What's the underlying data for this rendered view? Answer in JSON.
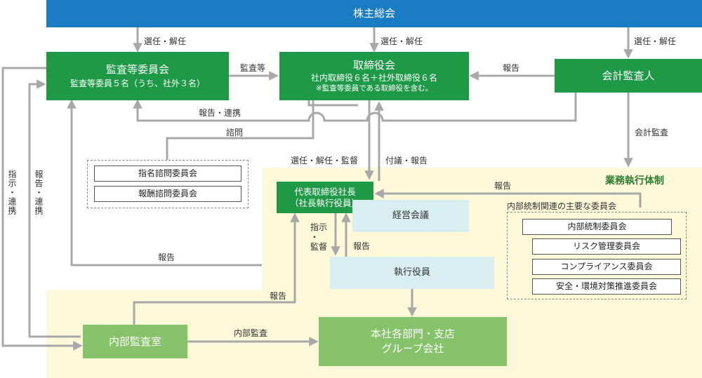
{
  "boxes": {
    "shareholders": "株主総会",
    "audit_committee_title": "監査等委員会",
    "audit_committee_sub": "監査等委員５名（うち、社外３名）",
    "board_title": "取締役会",
    "board_sub": "社内取締役６名＋社外取締役６名",
    "board_note": "※監査等委員である取締役を含む。",
    "accounting_auditor": "会計監査人",
    "nomination_committee": "指名諮問委員会",
    "compensation_committee": "報酬諮問委員会",
    "president_line1": "代表取締役社長",
    "president_line2": "（社長執行役員）",
    "management_meeting": "経営会議",
    "executive_officers": "執行役員",
    "internal_audit_office": "内部監査室",
    "divisions_line1": "本社各部門・支店",
    "divisions_line2": "グループ会社",
    "internal_control_committee": "内部統制委員会",
    "risk_committee": "リスク管理委員会",
    "compliance_committee": "コンプライアンス委員会",
    "safety_env_committee": "安全・環境対策推進委員会"
  },
  "labels": {
    "business_execution": "業務執行体制",
    "ic_committees_title": "内部統制関連の主要な委員会",
    "elect_dismiss_1": "選任・解任",
    "elect_dismiss_2": "選任・解任",
    "elect_dismiss_3": "選任・解任",
    "audit_etc": "監査等",
    "report_1": "報告",
    "report_liaison": "報告・連携",
    "consultation": "諮問",
    "accounting_audit": "会計監査",
    "elect_dismiss_supervise": "選任・解任・監督",
    "submit_report": "付議・報告",
    "report_2": "報告",
    "instruct_1": "指示",
    "instruct_dot": "・",
    "instruct_2": "監督",
    "report_3": "報告",
    "report_4": "報告",
    "report_5": "報告",
    "internal_audit": "内部監査",
    "left_instruct_liaison": "指示・連携",
    "left_report_liaison": "報告・連携"
  },
  "colors": {
    "blue": "#1a7dc4",
    "dark_green": "#1e9a47",
    "light_green": "#86c26a",
    "light_blue": "#d8eef0",
    "yellow_region": "#fdf8d8",
    "arrow_gray": "#a8a8a8",
    "heading_green": "#2e7d32"
  }
}
